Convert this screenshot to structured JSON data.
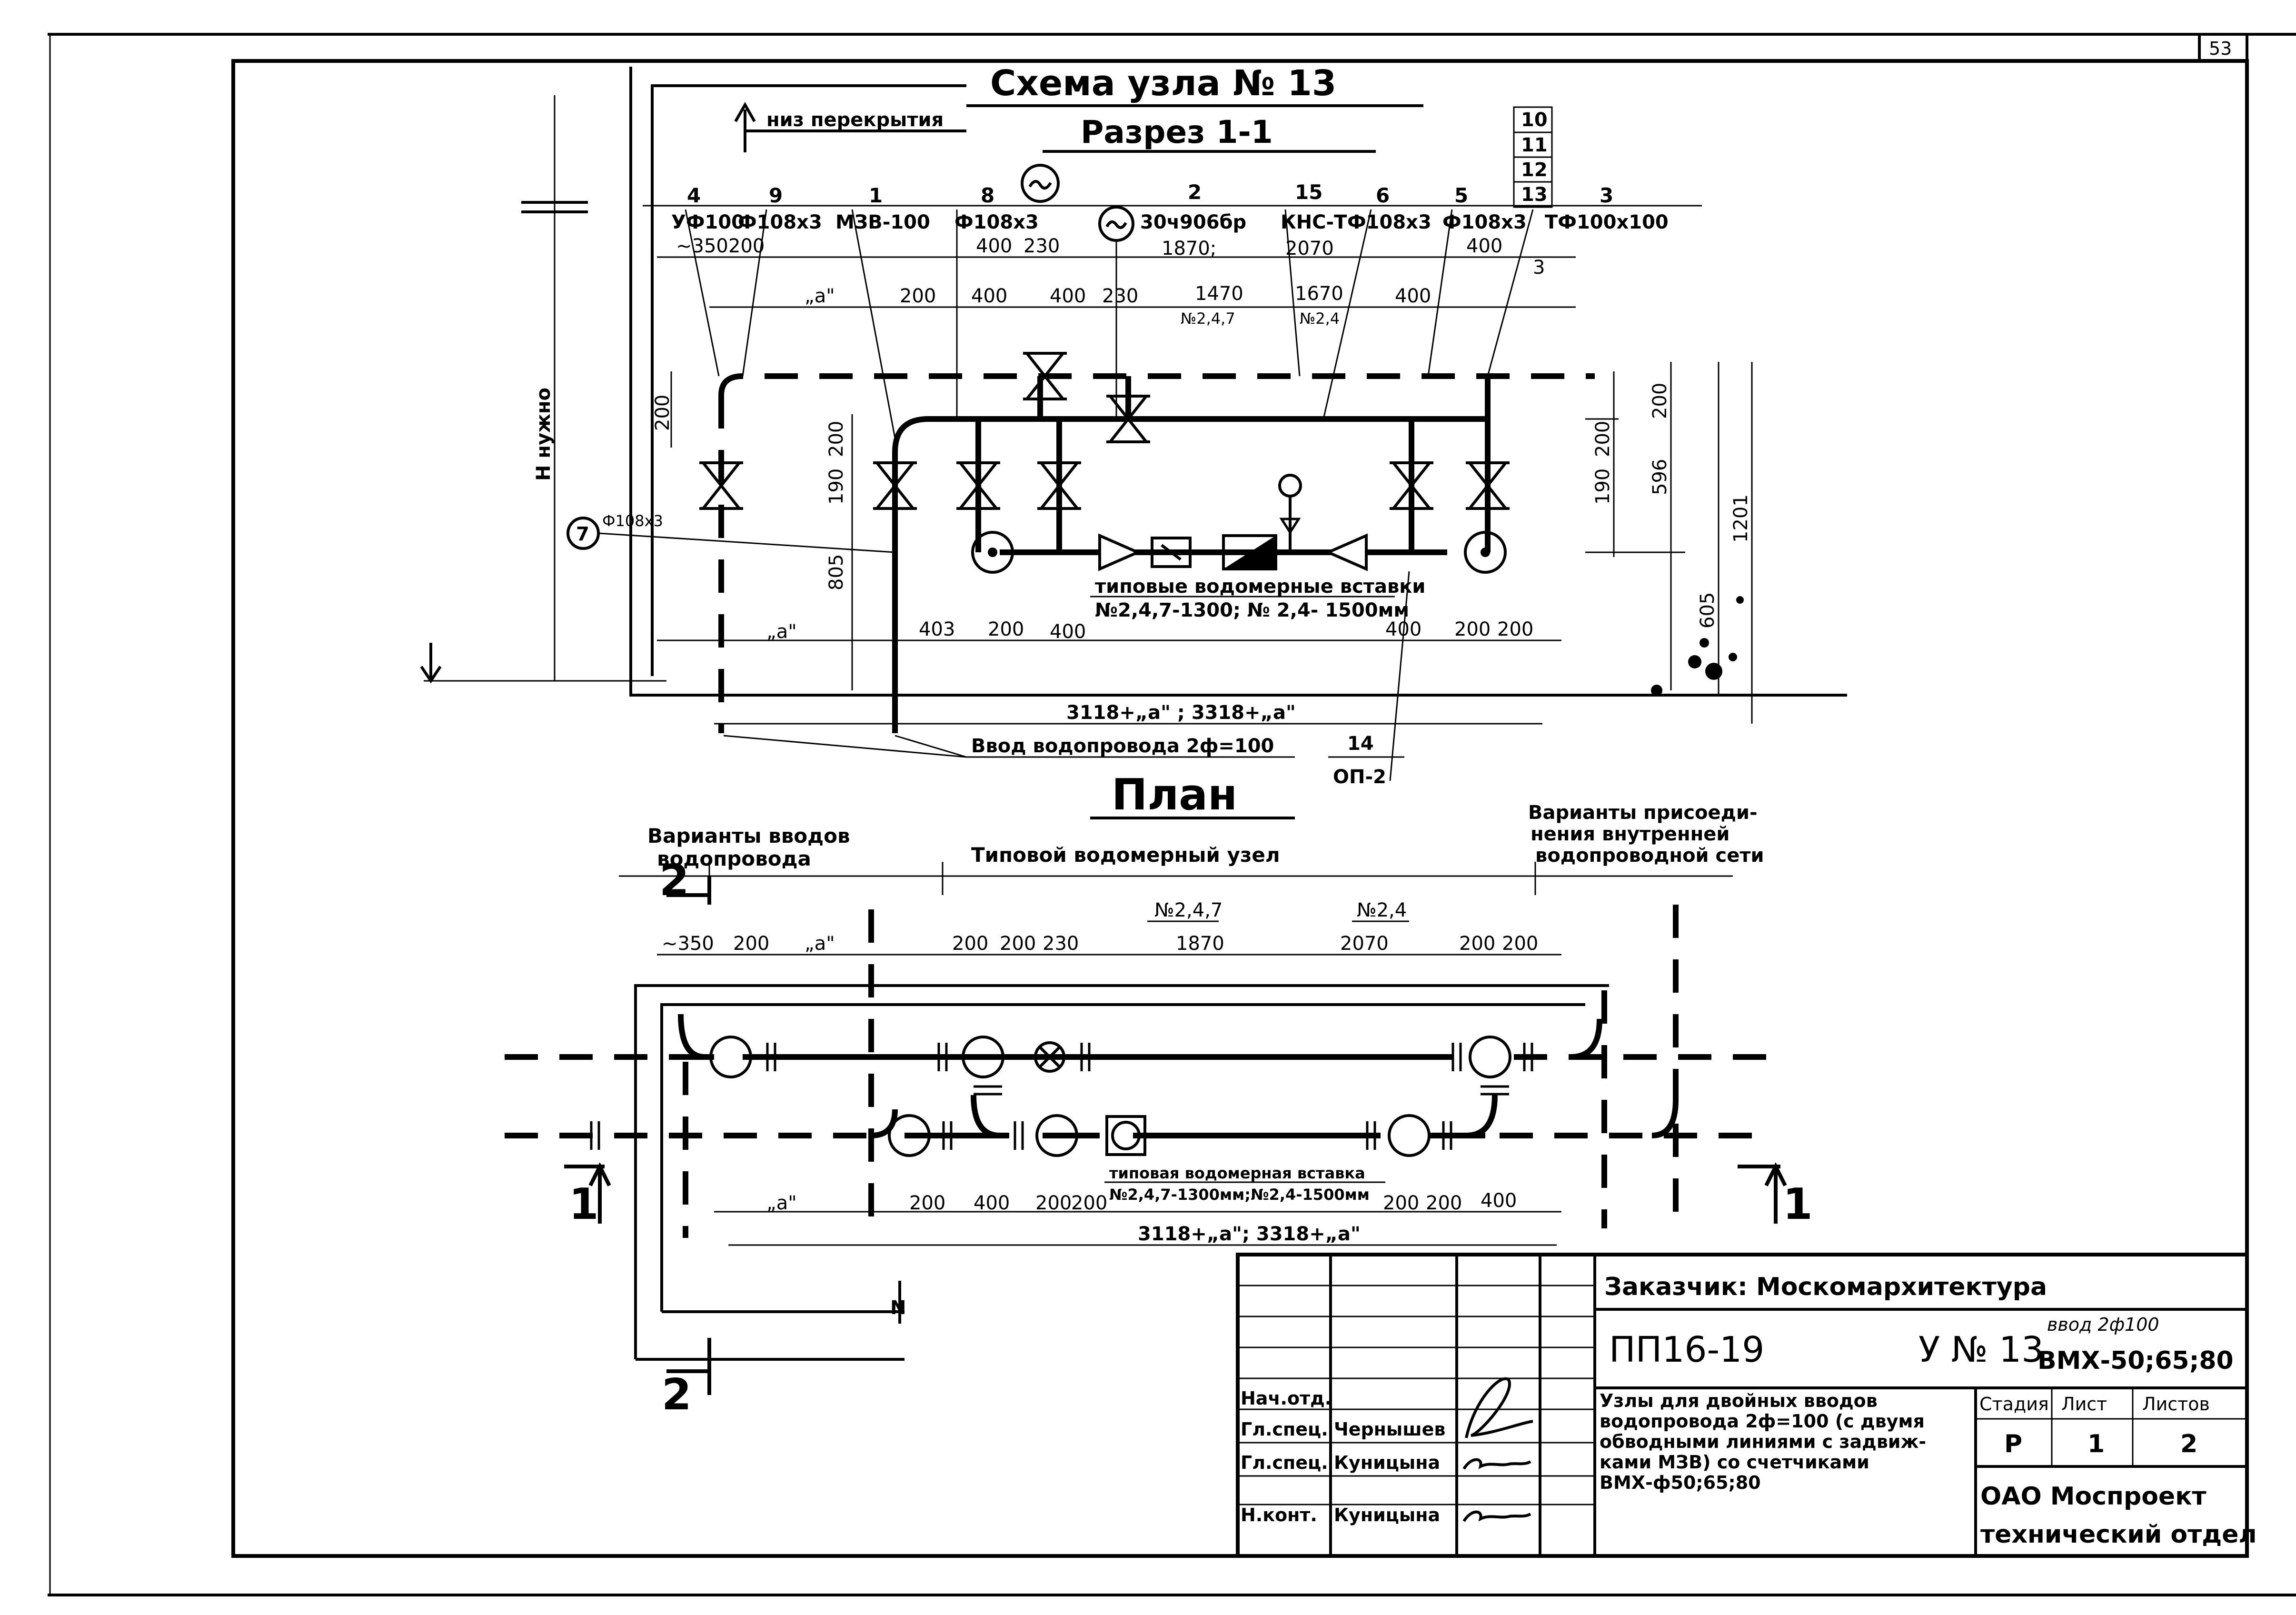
{
  "sheet": {
    "number": "53"
  },
  "section": {
    "title": "Схема узла № 13",
    "subtitle": "Разрез 1-1",
    "floor_label": "низ перекрытия",
    "height_label": "Н нужно",
    "positions": [
      {
        "no": "4",
        "spec": "УФ100"
      },
      {
        "no": "9",
        "spec": "Ф108х3"
      },
      {
        "no": "1",
        "spec": "МЗВ-100"
      },
      {
        "no": "8",
        "spec": "Ф108х3"
      },
      {
        "no": "2",
        "spec": "30ч906бр"
      },
      {
        "no": "15",
        "spec": "КНС-Т"
      },
      {
        "no": "6",
        "spec": "Ф108х3"
      },
      {
        "no": "5",
        "spec": "Ф108х3"
      },
      {
        "no": "3",
        "spec": "ТФ100х100"
      }
    ],
    "stack": [
      "10",
      "11",
      "12",
      "13"
    ],
    "pos7": {
      "no": "7",
      "spec": "Ф108х3"
    },
    "dims_top1": [
      "~350",
      "200",
      "400",
      "230",
      "1870;",
      "2070",
      "400",
      "3"
    ],
    "dims_top2": [
      "„а\"",
      "200",
      "400",
      "400",
      "230",
      "1470",
      "1670",
      "400",
      "№2,4,7",
      "№2,4"
    ],
    "dims_bottom": [
      "„а\"",
      "403",
      "200",
      "400",
      "400",
      "200",
      "200"
    ],
    "vert_dims": [
      "200",
      "200",
      "190",
      "805",
      "200",
      "190",
      "596",
      "200",
      "605",
      "1201"
    ],
    "total": "3118+„а\" ; 3318+„а\"",
    "insert_label": "типовые водомерные вставки",
    "insert_sizes": "№2,4,7-1300; № 2,4- 1500мм",
    "inlet_label": "Ввод водопровода 2ф=100",
    "pos14": "14",
    "op2": "ОП-2",
    "a_mark": "„а\""
  },
  "plan": {
    "title": "План",
    "left_label": [
      "Варианты вводов",
      "водопровода"
    ],
    "center_label": "Типовой водомерный узел",
    "right_label": [
      "Варианты присоеди-",
      "нения внутренней",
      "водопроводной сети"
    ],
    "n247": "№2,4,7",
    "n24": "№2,4",
    "d1870": "1870",
    "d2070": "2070",
    "dims_top": [
      "~350",
      "200",
      "„а\"",
      "200",
      "200",
      "230",
      "200",
      "200"
    ],
    "dims_bottom": [
      "„а\"",
      "200",
      "400",
      "200",
      "200",
      "200",
      "200",
      "400"
    ],
    "insert_label": "типовая водомерная вставка",
    "insert_sizes": "№2,4,7-1300мм;№2,4-1500мм",
    "total": "3118+„а\"; 3318+„а\"",
    "sec_mark_1": "1",
    "sec_mark_2": "2"
  },
  "title_block": {
    "customer": "Заказчик: Москомархитектура",
    "code": "ПП16-19",
    "node": "У № 13",
    "spec_top": "ввод 2ф100",
    "spec_bottom": "ВМХ-50;65;80",
    "description": [
      "Узлы для двойных вводов",
      "водопровода 2ф=100 (с двумя",
      "обводными линиями с задвиж-",
      "ками МЗВ) со счетчиками",
      "ВМХ-ф50;65;80"
    ],
    "col_stage": "Стадия",
    "col_sheet": "Лист",
    "col_sheets": "Листов",
    "stage": "Р",
    "sheet": "1",
    "sheets": "2",
    "org": "ОАО Моспроект",
    "dept": "технический отдел",
    "roles": [
      "Нач.отд.",
      "Гл.спец.",
      "Гл.спец.",
      "Н.конт."
    ],
    "names": [
      "",
      "Чернышев",
      "Куницына",
      "Куницына"
    ]
  }
}
